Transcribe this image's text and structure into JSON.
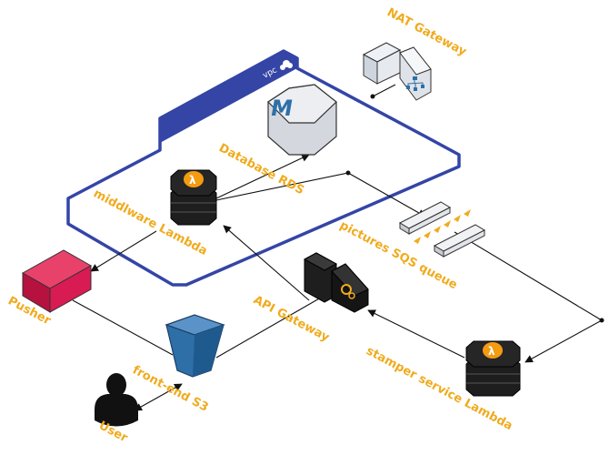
{
  "diagram": {
    "vpc_label": "vpc",
    "nodes": {
      "nat_gateway": "NAT Gateway",
      "database": "Database RDS",
      "middleware": "middlware Lambda",
      "sqs": "pictures SQS queue",
      "pusher": "Pusher",
      "api_gateway": "API Gateway",
      "s3": "front-end S3",
      "user": "User",
      "stamper": "stamper service Lambda"
    },
    "colors": {
      "vpc_border": "#3445a6",
      "label": "#f0ab1d",
      "pusher": "#d81b52",
      "s3": "#2e6fa8",
      "lambda": "#1e1e1e"
    }
  }
}
